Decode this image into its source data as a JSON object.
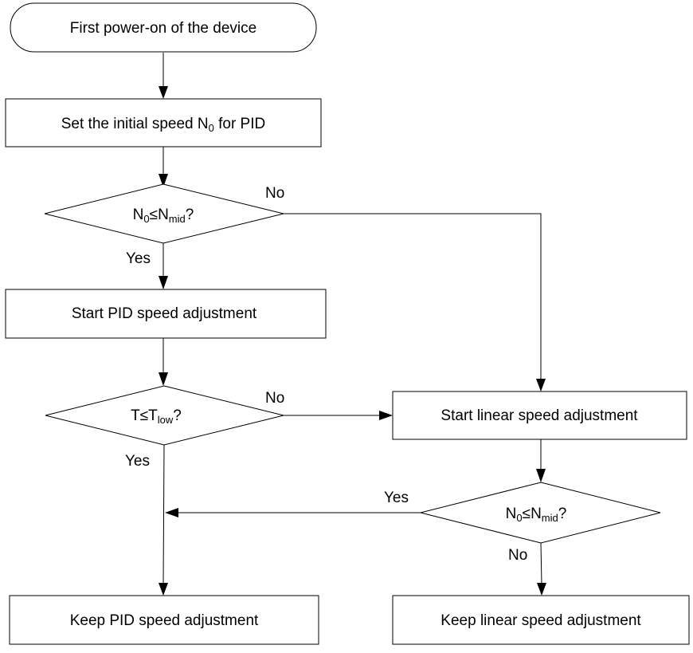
{
  "nodes": {
    "start": {
      "text": "First power-on of the device"
    },
    "set_speed": {
      "pre": "Set the initial speed N",
      "sub": "0",
      "post": " for PID"
    },
    "decision_1": {
      "a": "N",
      "a_sub": "0",
      "op": "≤N",
      "b_sub": "mid",
      "q": "?"
    },
    "start_pid": {
      "text": "Start PID speed adjustment"
    },
    "decision_2": {
      "a": "T≤T",
      "a_sub": "low",
      "q": "?"
    },
    "start_linear": {
      "text": "Start linear speed adjustment"
    },
    "decision_3": {
      "a": "N",
      "a_sub": "0",
      "op": "≤N",
      "b_sub": "mid",
      "q": "?"
    },
    "keep_pid": {
      "text": "Keep PID speed adjustment"
    },
    "keep_linear": {
      "text": "Keep linear speed adjustment"
    }
  },
  "edges": {
    "d1_no": "No",
    "d1_yes": "Yes",
    "d2_no": "No",
    "d2_yes": "Yes",
    "d3_yes": "Yes",
    "d3_no": "No"
  },
  "colors": {
    "stroke": "#000000",
    "fill": "#ffffff",
    "text": "#000000"
  }
}
